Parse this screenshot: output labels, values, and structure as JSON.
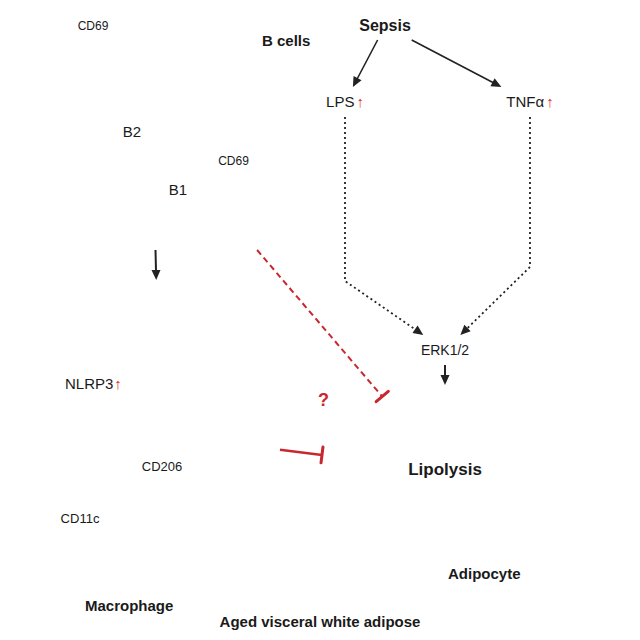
{
  "diagram": {
    "caption": "Aged visceral white adipose",
    "nodes": [
      {
        "text": [
          "B cells"
        ]
      },
      {
        "text": [
          "CD69"
        ],
        "in": 0
      },
      {
        "text": [
          "B2"
        ],
        "in": 0
      },
      {
        "text": [
          "B1"
        ],
        "in": 0
      },
      {
        "text": [
          "CD69"
        ],
        "in": 0
      },
      {
        "text": [
          "Sepsis"
        ]
      },
      {
        "text": [
          "LPS",
          "↑"
        ]
      },
      {
        "text": [
          "TNFα",
          "↑"
        ]
      },
      {
        "text": [
          "NLRP3",
          "↑",
          "Macrophage"
        ]
      },
      {
        "text": [
          "CD11c"
        ],
        "in": 8
      },
      {
        "text": [
          "CD206"
        ],
        "in": 8
      },
      {
        "text": [
          "Adipocyte"
        ]
      },
      {
        "text": [
          "ERK1/2"
        ],
        "in": 11
      },
      {
        "text": [
          "Lipolysis"
        ],
        "in": 11
      }
    ],
    "edges": [
      {
        "from": 5,
        "to": 6,
        "arrow": "to"
      },
      {
        "from": 5,
        "to": 7,
        "arrow": "to"
      },
      {
        "from": 0,
        "to": 8,
        "arrow": "to"
      },
      {
        "from": 0,
        "to": 13,
        "arrow": "to"
      },
      {
        "from": 8,
        "to": 13,
        "arrow": "to"
      },
      {
        "from": 6,
        "to": 12,
        "arrow": "to"
      },
      {
        "from": 7,
        "to": 12,
        "arrow": "to"
      },
      {
        "from": 12,
        "to": 13,
        "arrow": "to"
      }
    ],
    "labels": [
      "?"
    ]
  }
}
